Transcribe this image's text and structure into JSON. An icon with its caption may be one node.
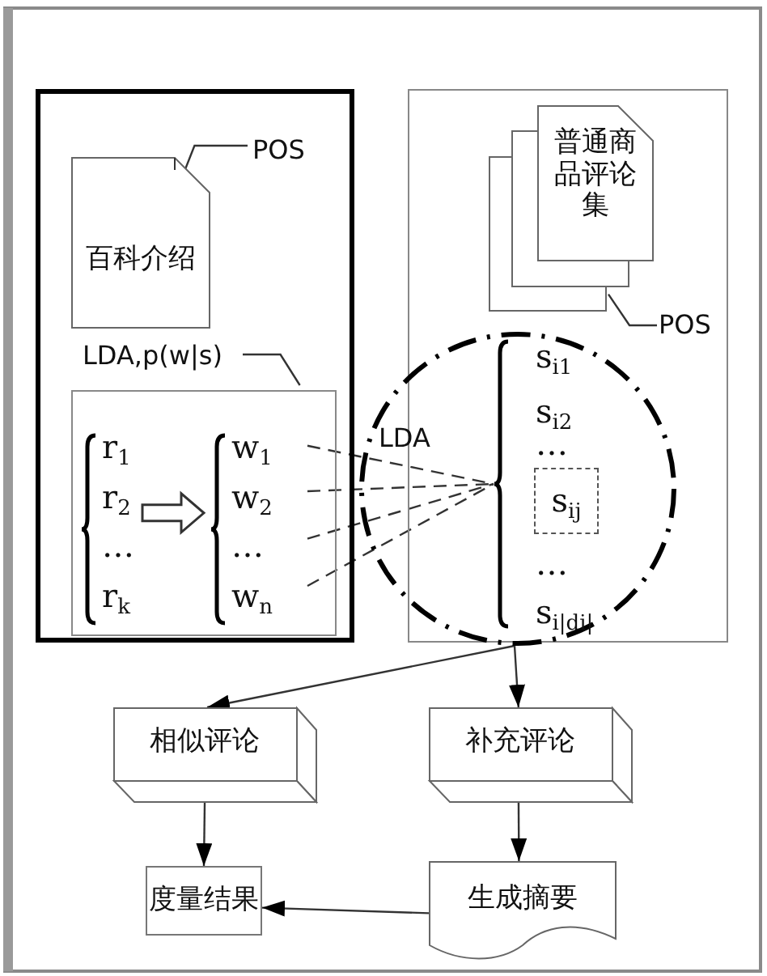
{
  "diagram": {
    "nodes": [
      {
        "text": [],
        "shape": "box"
      },
      {
        "text": [
          "百科介绍"
        ],
        "in": 0
      },
      {
        "text": [
          "POS"
        ],
        "in": 0
      },
      {
        "text": [
          "LDA,p(w|s)"
        ],
        "in": 0
      },
      {
        "text": [],
        "shape": "box",
        "in": 0
      },
      {
        "text": [
          "r$_{1}$",
          "r$_{2}$",
          "…",
          "r$_{k}$"
        ],
        "in": 4
      },
      {
        "text": [
          "w$_{1}$",
          "w$_{2}$",
          "…",
          "w$_{n}$"
        ],
        "in": 4
      },
      {
        "text": [],
        "shape": "box"
      },
      {
        "text": [
          "普通商品评论集"
        ],
        "in": 7
      },
      {
        "text": [
          "POS"
        ],
        "in": 7
      },
      {
        "text": [
          "LDA"
        ]
      },
      {
        "text": [
          "s$_{i1}$",
          "s$_{i2}$",
          "…",
          "…",
          "s$_{i|di|}$"
        ],
        "in": 10
      },
      {
        "text": [
          "s$_{ij}$"
        ],
        "in": 11
      },
      {
        "text": [
          "相似评论"
        ]
      },
      {
        "text": [
          "补充评论"
        ]
      },
      {
        "text": [
          "度量结果"
        ]
      },
      {
        "text": [
          "生成摘要"
        ]
      }
    ],
    "edges": [
      {
        "from": 2,
        "to": 1,
        "arrow": "none"
      },
      {
        "from": 3,
        "to": 4,
        "arrow": "none"
      },
      {
        "from": 5,
        "to": 6,
        "arrow": "to",
        "style": "thick"
      },
      {
        "from": 6,
        "to": 11,
        "arrow": "none",
        "style": "dashed"
      },
      {
        "from": 6,
        "to": 11,
        "arrow": "none",
        "style": "dashed"
      },
      {
        "from": 6,
        "to": 11,
        "arrow": "none",
        "style": "dashed"
      },
      {
        "from": 6,
        "to": 11,
        "arrow": "none",
        "style": "dashed"
      },
      {
        "from": 9,
        "to": 8,
        "arrow": "none"
      },
      {
        "from": 10,
        "to": 13,
        "arrow": "to"
      },
      {
        "from": 10,
        "to": 14,
        "arrow": "to"
      },
      {
        "from": 13,
        "to": 15,
        "arrow": "to"
      },
      {
        "from": 14,
        "to": 16,
        "arrow": "to"
      },
      {
        "from": 16,
        "to": 15,
        "arrow": "to"
      }
    ]
  }
}
